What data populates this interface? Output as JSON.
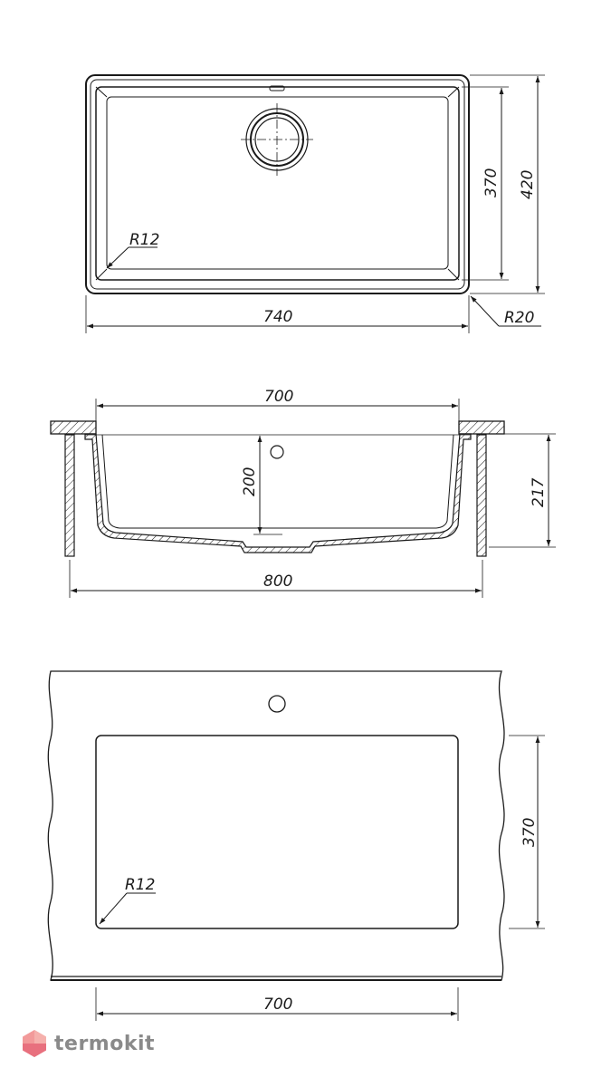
{
  "top_view": {
    "inner_radius": "R12",
    "outer_radius": "R20",
    "width": "740",
    "depth_inner": "370",
    "depth_outer": "420"
  },
  "section_view": {
    "opening_width": "700",
    "bowl_depth": "200",
    "total_height": "217",
    "cabinet_width": "800"
  },
  "cutout_view": {
    "cutout_depth": "370",
    "corner_radius": "R12",
    "cutout_width": "700"
  },
  "logo": {
    "text": "termokit",
    "icon": "hexagon-icon",
    "colors": {
      "top": "#f08a8a",
      "bottom": "#e86a7a",
      "text": "#8a8a8a"
    }
  }
}
